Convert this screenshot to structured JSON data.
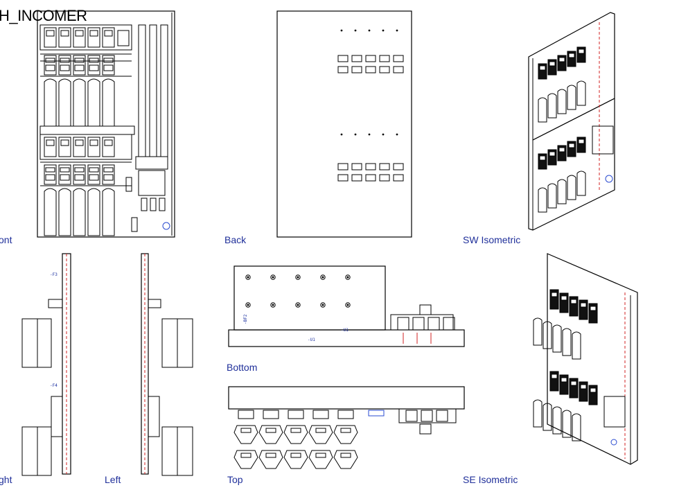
{
  "drawing": {
    "title": "H_INCOMER",
    "views": {
      "front": "ont",
      "back": "Back",
      "sw_iso": "SW Isometric",
      "right": "ght",
      "left": "Left",
      "bottom": "Bottom",
      "top": "Top",
      "se_iso": "SE Isometric"
    },
    "tags": {
      "u1": "-U1",
      "bottom_tag": "-BF2"
    }
  },
  "colors": {
    "line": "#000000",
    "label": "#1f2f9a",
    "accent_red": "#d22020",
    "accent_blue": "#2a4bd0"
  }
}
